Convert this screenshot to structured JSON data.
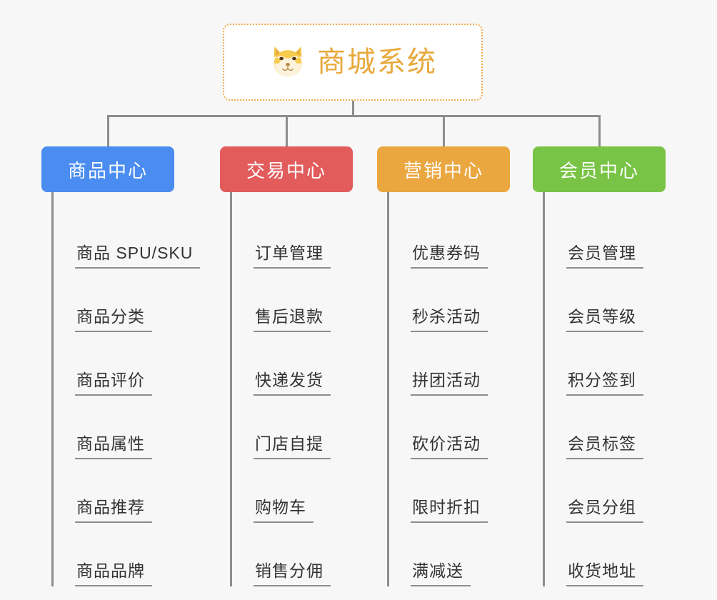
{
  "diagram": {
    "type": "organization-tree",
    "background_color": "#f7f7f7",
    "connector_color": "#8d8d8d",
    "root": {
      "title": "商城系统",
      "icon": "shiba-inu-dog-face-icon",
      "text_color": "#e8a93c",
      "border_color": "#f0ad4e",
      "background_color": "#ffffff"
    },
    "columns": [
      {
        "header": "商品中心",
        "color": "#4a8cf0",
        "items": [
          "商品 SPU/SKU",
          "商品分类",
          "商品评价",
          "商品属性",
          "商品推荐",
          "商品品牌"
        ]
      },
      {
        "header": "交易中心",
        "color": "#e25c5c",
        "items": [
          "订单管理",
          "售后退款",
          "快递发货",
          "门店自提",
          "购物车",
          "销售分佣"
        ]
      },
      {
        "header": "营销中心",
        "color": "#eaa63f",
        "items": [
          "优惠券码",
          "秒杀活动",
          "拼团活动",
          "砍价活动",
          "限时折扣",
          "满减送"
        ]
      },
      {
        "header": "会员中心",
        "color": "#79c446",
        "items": [
          "会员管理",
          "会员等级",
          "积分签到",
          "会员标签",
          "会员分组",
          "收货地址"
        ]
      }
    ]
  }
}
